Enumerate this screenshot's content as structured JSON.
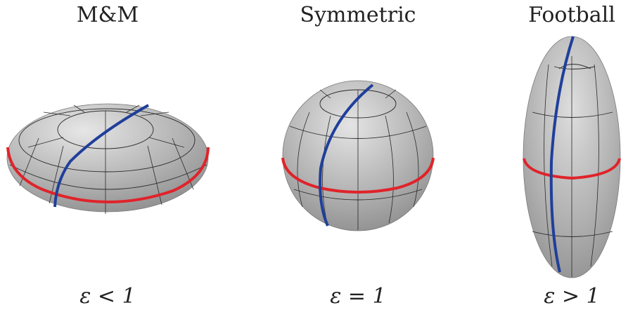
{
  "panels": [
    {
      "title": "M&M",
      "relation": "ε < 1"
    },
    {
      "title": "Symmetric",
      "relation": "ε = 1"
    },
    {
      "title": "Football",
      "relation": "ε > 1"
    }
  ],
  "colors": {
    "body": "#a9a9a9",
    "highlight": "#e2e2e2",
    "grid": "#2a2a2a",
    "equator": "#e0232a",
    "meridian": "#1f3f9a"
  }
}
